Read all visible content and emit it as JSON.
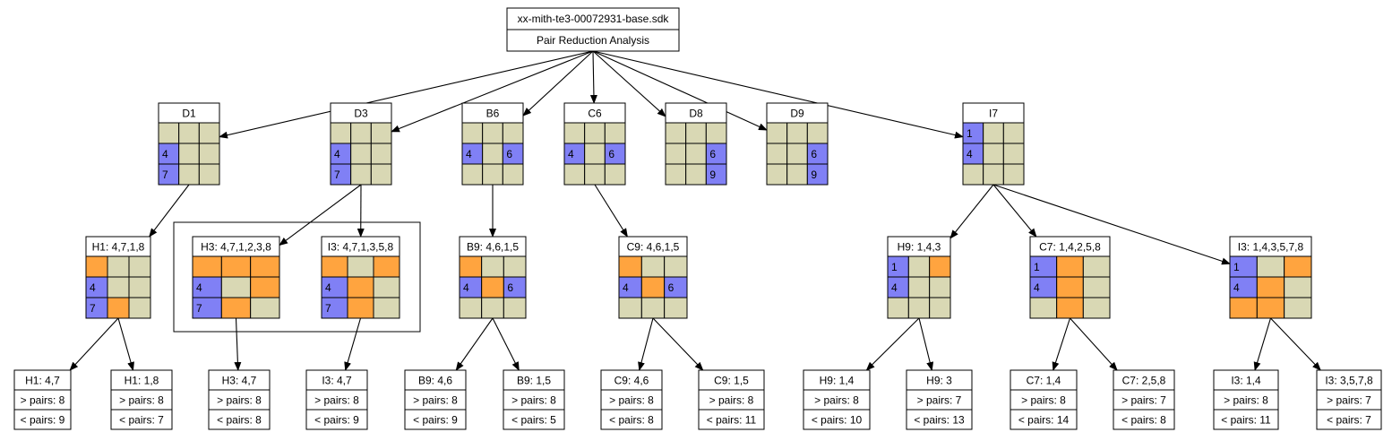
{
  "root": {
    "title": "xx-mith-te3-00072931-base.sdk",
    "subtitle": "Pair Reduction Analysis"
  },
  "colors": {
    "empty": "#d9d8b4",
    "given": "#8080f5",
    "highlight": "#ffa43f",
    "border": "#000000",
    "label_bg": "#ffffff"
  },
  "nodes": [
    {
      "id": "d1",
      "label": "D1",
      "cells": [
        [
          "e",
          "e",
          "e"
        ],
        [
          "g:4",
          "e",
          "e"
        ],
        [
          "g:7",
          "e",
          "e"
        ]
      ]
    },
    {
      "id": "d3",
      "label": "D3",
      "cells": [
        [
          "e",
          "e",
          "e"
        ],
        [
          "g:4",
          "e",
          "e"
        ],
        [
          "g:7",
          "e",
          "e"
        ]
      ]
    },
    {
      "id": "b6",
      "label": "B6",
      "cells": [
        [
          "e",
          "e",
          "e"
        ],
        [
          "g:4",
          "e",
          "g:6"
        ],
        [
          "e",
          "e",
          "e"
        ]
      ]
    },
    {
      "id": "c6",
      "label": "C6",
      "cells": [
        [
          "e",
          "e",
          "e"
        ],
        [
          "g:4",
          "e",
          "g:6"
        ],
        [
          "e",
          "e",
          "e"
        ]
      ]
    },
    {
      "id": "d8",
      "label": "D8",
      "cells": [
        [
          "e",
          "e",
          "e"
        ],
        [
          "e",
          "e",
          "g:6"
        ],
        [
          "e",
          "e",
          "g:9"
        ]
      ]
    },
    {
      "id": "d9",
      "label": "D9",
      "cells": [
        [
          "e",
          "e",
          "e"
        ],
        [
          "e",
          "e",
          "g:6"
        ],
        [
          "e",
          "e",
          "g:9"
        ]
      ]
    },
    {
      "id": "i7",
      "label": "I7",
      "cells": [
        [
          "g:1",
          "e",
          "e"
        ],
        [
          "g:4",
          "e",
          "e"
        ],
        [
          "e",
          "e",
          "e"
        ]
      ]
    },
    {
      "id": "h1",
      "label": "H1: 4,7,1,8",
      "cells": [
        [
          "h",
          "e",
          "e"
        ],
        [
          "g:4",
          "e",
          "e"
        ],
        [
          "g:7",
          "h",
          "e"
        ]
      ]
    },
    {
      "id": "h3",
      "label": "H3: 4,7,1,2,3,8",
      "cells": [
        [
          "h",
          "h",
          "h"
        ],
        [
          "g:4",
          "e",
          "h"
        ],
        [
          "g:7",
          "h",
          "e"
        ]
      ]
    },
    {
      "id": "i3a",
      "label": "I3: 4,7,1,3,5,8",
      "cells": [
        [
          "h",
          "e",
          "h"
        ],
        [
          "g:4",
          "h",
          "e"
        ],
        [
          "g:7",
          "h",
          "e"
        ]
      ]
    },
    {
      "id": "b9",
      "label": "B9: 4,6,1,5",
      "cells": [
        [
          "h",
          "e",
          "e"
        ],
        [
          "g:4",
          "h",
          "g:6"
        ],
        [
          "e",
          "e",
          "e"
        ]
      ]
    },
    {
      "id": "c9",
      "label": "C9: 4,6,1,5",
      "cells": [
        [
          "h",
          "e",
          "e"
        ],
        [
          "g:4",
          "h",
          "g:6"
        ],
        [
          "e",
          "e",
          "e"
        ]
      ]
    },
    {
      "id": "h9",
      "label": "H9: 1,4,3",
      "cells": [
        [
          "g:1",
          "e",
          "h"
        ],
        [
          "g:4",
          "e",
          "e"
        ],
        [
          "e",
          "e",
          "e"
        ]
      ]
    },
    {
      "id": "c7",
      "label": "C7: 1,4,2,5,8",
      "cells": [
        [
          "g:1",
          "h",
          "e"
        ],
        [
          "g:4",
          "h",
          "e"
        ],
        [
          "e",
          "h",
          "e"
        ]
      ]
    },
    {
      "id": "i3b",
      "label": "I3: 1,4,3,5,7,8",
      "cells": [
        [
          "g:1",
          "e",
          "h"
        ],
        [
          "g:4",
          "h",
          "e"
        ],
        [
          "h",
          "h",
          "e"
        ]
      ]
    }
  ],
  "leaves": [
    {
      "id": "l1",
      "title": "H1: 4,7",
      "gt": "> pairs: 8",
      "lt": "< pairs: 9"
    },
    {
      "id": "l2",
      "title": "H1: 1,8",
      "gt": "> pairs: 8",
      "lt": "< pairs: 7"
    },
    {
      "id": "l3",
      "title": "H3: 4,7",
      "gt": "> pairs: 8",
      "lt": "< pairs: 8"
    },
    {
      "id": "l4",
      "title": "I3: 4,7",
      "gt": "> pairs: 8",
      "lt": "< pairs: 9"
    },
    {
      "id": "l5",
      "title": "B9: 4,6",
      "gt": "> pairs: 8",
      "lt": "< pairs: 9"
    },
    {
      "id": "l6",
      "title": "B9: 1,5",
      "gt": "> pairs: 8",
      "lt": "< pairs: 5"
    },
    {
      "id": "l7",
      "title": "C9: 4,6",
      "gt": "> pairs: 8",
      "lt": "< pairs: 8"
    },
    {
      "id": "l8",
      "title": "C9: 1,5",
      "gt": "> pairs: 8",
      "lt": "< pairs: 11"
    },
    {
      "id": "l9",
      "title": "H9: 1,4",
      "gt": "> pairs: 8",
      "lt": "< pairs: 10"
    },
    {
      "id": "l10",
      "title": "H9: 3",
      "gt": "> pairs: 7",
      "lt": "< pairs: 13"
    },
    {
      "id": "l11",
      "title": "C7: 1,4",
      "gt": "> pairs: 8",
      "lt": "< pairs: 14"
    },
    {
      "id": "l12",
      "title": "C7: 2,5,8",
      "gt": "> pairs: 7",
      "lt": "< pairs: 8"
    },
    {
      "id": "l13",
      "title": "I3: 1,4",
      "gt": "> pairs: 8",
      "lt": "< pairs: 11"
    },
    {
      "id": "l14",
      "title": "I3: 3,5,7,8",
      "gt": "> pairs: 7",
      "lt": "< pairs: 7"
    }
  ],
  "edges": [
    [
      "root",
      "d1"
    ],
    [
      "root",
      "d3"
    ],
    [
      "root",
      "b6"
    ],
    [
      "root",
      "c6"
    ],
    [
      "root",
      "d8"
    ],
    [
      "root",
      "d9"
    ],
    [
      "root",
      "i7"
    ],
    [
      "d1",
      "h1"
    ],
    [
      "d3",
      "h3"
    ],
    [
      "d3",
      "i3a"
    ],
    [
      "b6",
      "b9"
    ],
    [
      "c6",
      "c9"
    ],
    [
      "i7",
      "h9"
    ],
    [
      "i7",
      "c7"
    ],
    [
      "i7",
      "i3b"
    ],
    [
      "h1",
      "l1"
    ],
    [
      "h1",
      "l2"
    ],
    [
      "h3",
      "l3"
    ],
    [
      "i3a",
      "l4"
    ],
    [
      "b9",
      "l5"
    ],
    [
      "b9",
      "l6"
    ],
    [
      "c9",
      "l7"
    ],
    [
      "c9",
      "l8"
    ],
    [
      "h9",
      "l9"
    ],
    [
      "h9",
      "l10"
    ],
    [
      "c7",
      "l11"
    ],
    [
      "c7",
      "l12"
    ],
    [
      "i3b",
      "l13"
    ],
    [
      "i3b",
      "l14"
    ]
  ]
}
